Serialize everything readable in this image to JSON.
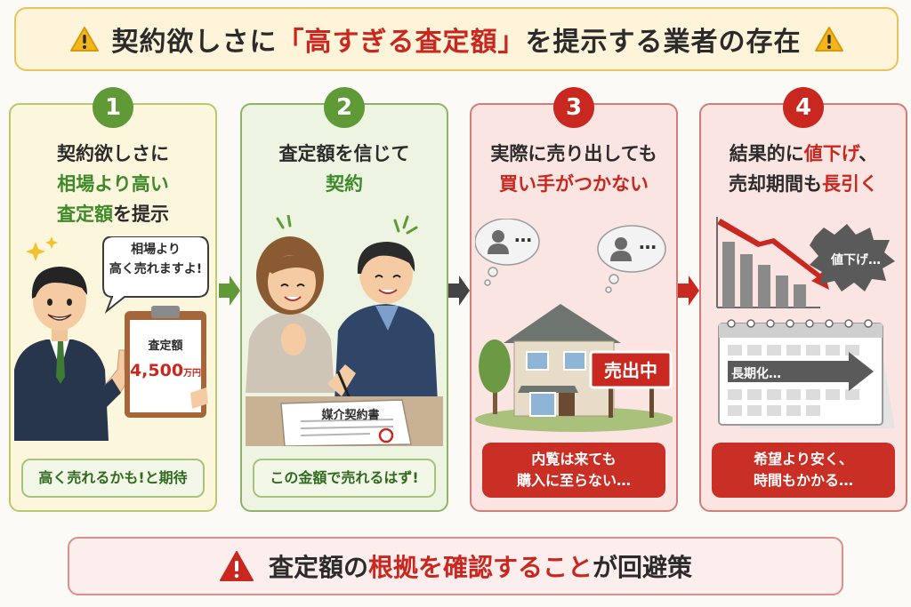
{
  "title": {
    "pre": "契約欲しさに",
    "highlight": "「高すぎる査定額」",
    "post": "を提示する業者の存在"
  },
  "steps": [
    {
      "number": "1",
      "line1": "契約欲しさに",
      "line2": "相場より高い",
      "line3a": "査定額",
      "line3b": "を提示",
      "bubble_line1": "相場より",
      "bubble_line2": "高く売れますよ!",
      "clipboard_label": "査定額",
      "clipboard_amount": "4,500",
      "clipboard_unit": "万円",
      "pill": "高く売れるかも!と期待"
    },
    {
      "number": "2",
      "line1": "査定額を信じて",
      "line2": "契約",
      "document_title": "媒介契約書",
      "pill": "この金額で売れるはず!"
    },
    {
      "number": "3",
      "line1": "実際に売り出しても",
      "line2": "買い手がつかない",
      "bubble_dots": "…",
      "sign": "売出中",
      "pill_line1": "内覧は来ても",
      "pill_line2": "購入に至らない…"
    },
    {
      "number": "4",
      "line1a": "結果的に",
      "line1b": "値下げ",
      "line1c": "、",
      "line2a": "売却期間も",
      "line2b": "長引く",
      "bubble": "値下げ…",
      "calendar_label": "長期化…",
      "pill_line1": "希望より安く、",
      "pill_line2": "時間もかかる…"
    }
  ],
  "bottom": {
    "pre": "査定額の",
    "highlight": "根拠を確認すること",
    "post": "が回避策"
  },
  "colors": {
    "green": "#5f9a36",
    "red": "#c8281f",
    "yellow": "#e8c35a"
  },
  "icons": [
    "warning-icon",
    "arrow-right-icon",
    "person-icon",
    "house-icon",
    "calendar-icon",
    "chart-icon"
  ]
}
